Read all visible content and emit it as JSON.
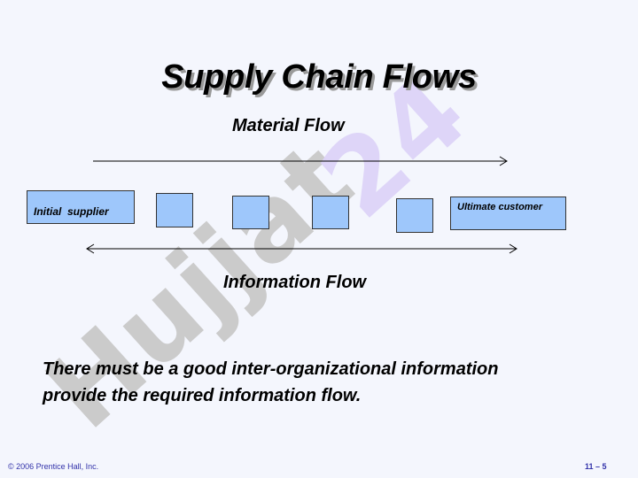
{
  "slide": {
    "title": "Supply Chain Flows",
    "material_flow_label": "Material Flow",
    "information_flow_label": "Information Flow",
    "body_line1": "There must be a good inter-organizational information",
    "body_line2": "provide the required information flow."
  },
  "diagram": {
    "start_box_label": "Initial  supplier",
    "end_box_label": "Ultimate customer",
    "intermediate_box_count": 4
  },
  "footer": {
    "copyright": "© 2006 Prentice Hall, Inc.",
    "page_number": "11 – 5"
  },
  "watermark": {
    "text": "Hujjat 24"
  },
  "colors": {
    "background": "#f4f6fd",
    "box_fill": "#9ec7fb",
    "footer_text": "#3333aa"
  }
}
